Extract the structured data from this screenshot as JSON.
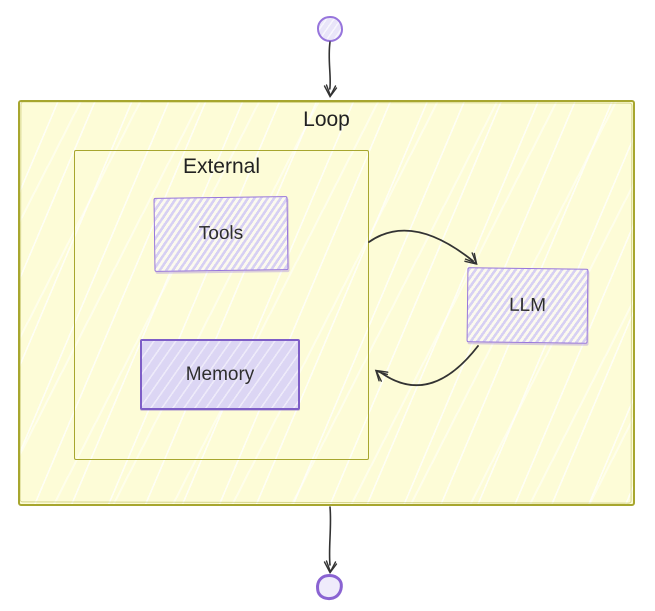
{
  "diagram": {
    "type": "flowchart",
    "loop": {
      "label": "Loop"
    },
    "external": {
      "label": "External"
    },
    "nodes": {
      "tools": {
        "label": "Tools"
      },
      "memory": {
        "label": "Memory"
      },
      "llm": {
        "label": "LLM"
      }
    },
    "edges": [
      {
        "from": "start",
        "to": "Loop"
      },
      {
        "from": "External",
        "to": "LLM"
      },
      {
        "from": "LLM",
        "to": "External"
      },
      {
        "from": "Loop",
        "to": "end"
      }
    ],
    "colors": {
      "loop_border": "#a7a62f",
      "loop_fill": "#fdfcd7",
      "node_border": "#9775dc",
      "memory_border": "#7e5ec7",
      "node_fill": "#dcd6f4",
      "start_end_fill": "#e9e5f9",
      "text": "#222222",
      "arrow": "#333333"
    }
  }
}
